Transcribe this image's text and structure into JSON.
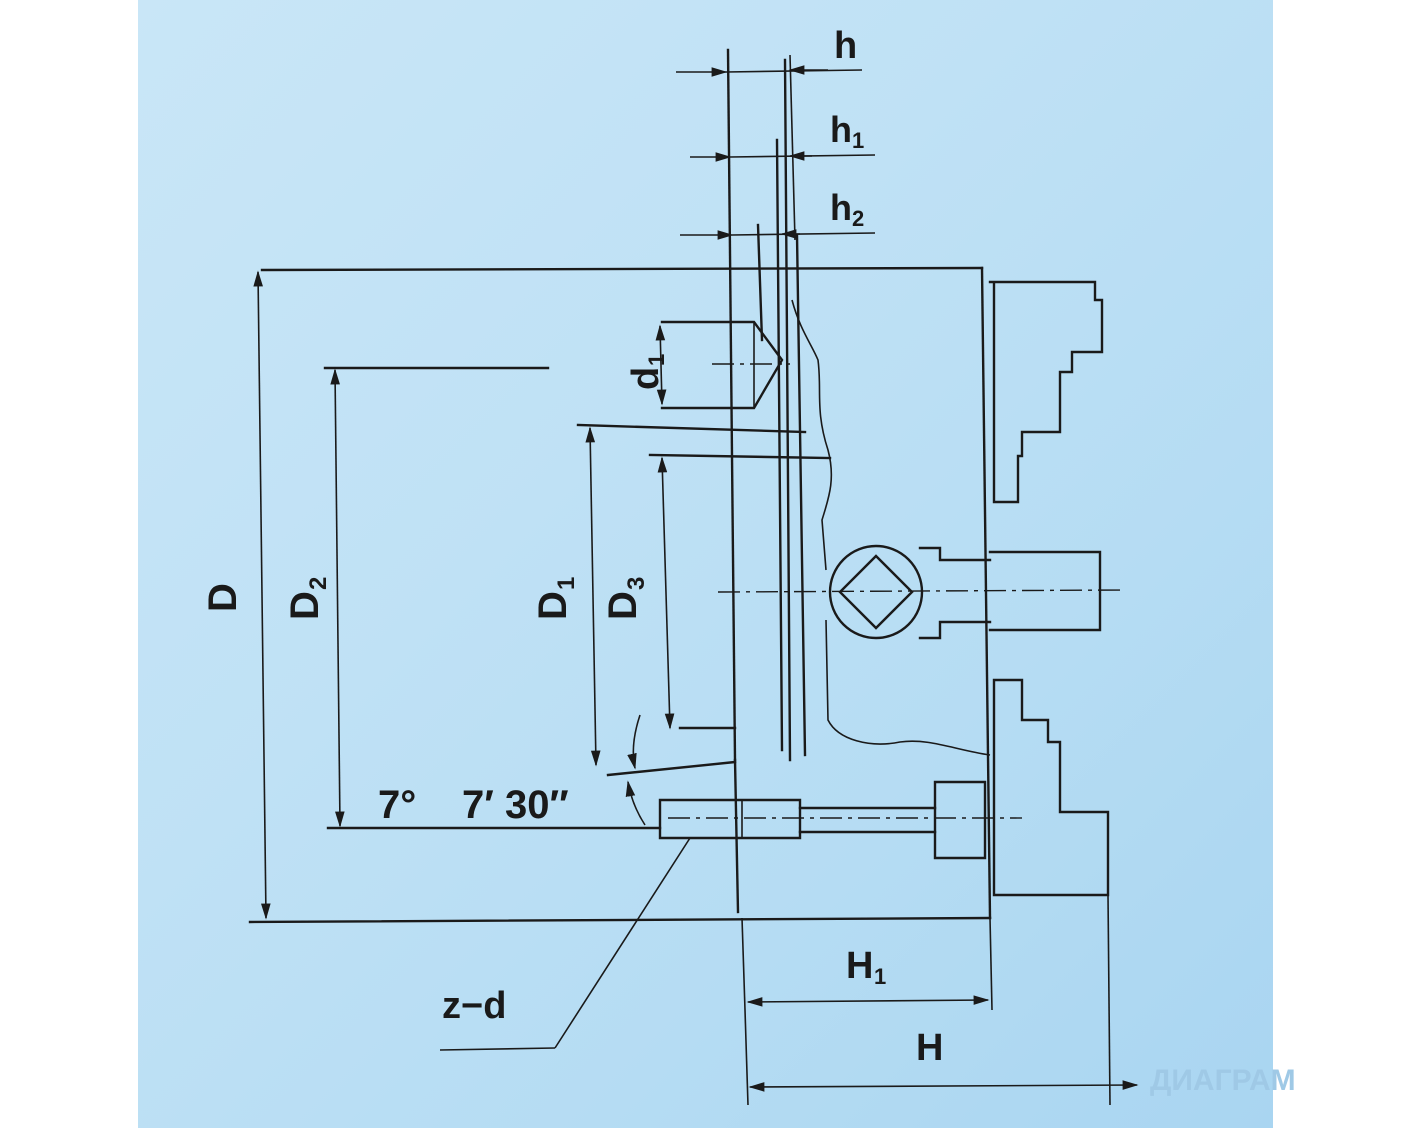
{
  "diagram": {
    "labels": {
      "h": "h",
      "h1": "h1",
      "h2": "h2",
      "d1": "d1",
      "D": "D",
      "D2": "D2",
      "D1": "D1",
      "D3": "D3",
      "angle1": "7°",
      "angle2": "7′ 30″",
      "zd": "z−d",
      "H1": "H1",
      "H": "H"
    },
    "colors": {
      "background": "#c0e2f6",
      "line": "#1a1a1a"
    }
  }
}
